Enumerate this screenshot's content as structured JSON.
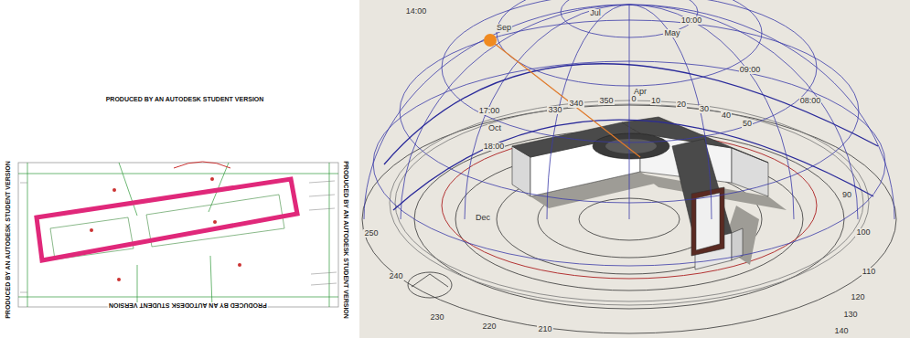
{
  "diagram": {
    "labels": [
      "PRODUCED BY AN AUTODESK STUDENT VERSION",
      "PRODUCED BY AN AUTODESK STUDENT VERSION",
      "PRODUCED BY AN AUTODESK STUDENT VERSION",
      "PRODUCED BY AN AUTODESK STUDENT VERSION",
      "14:00",
      "Jul",
      "10:00",
      "May",
      "09:00",
      "Apr",
      "08:00",
      "Sep",
      "17:00",
      "Oct",
      "18:00",
      "Dec",
      "330",
      "340",
      "350",
      "0",
      "10",
      "20",
      "30",
      "40",
      "50",
      "90",
      "100",
      "110",
      "120",
      "130",
      "140",
      "250",
      "240",
      "230",
      "220",
      "210"
    ]
  }
}
